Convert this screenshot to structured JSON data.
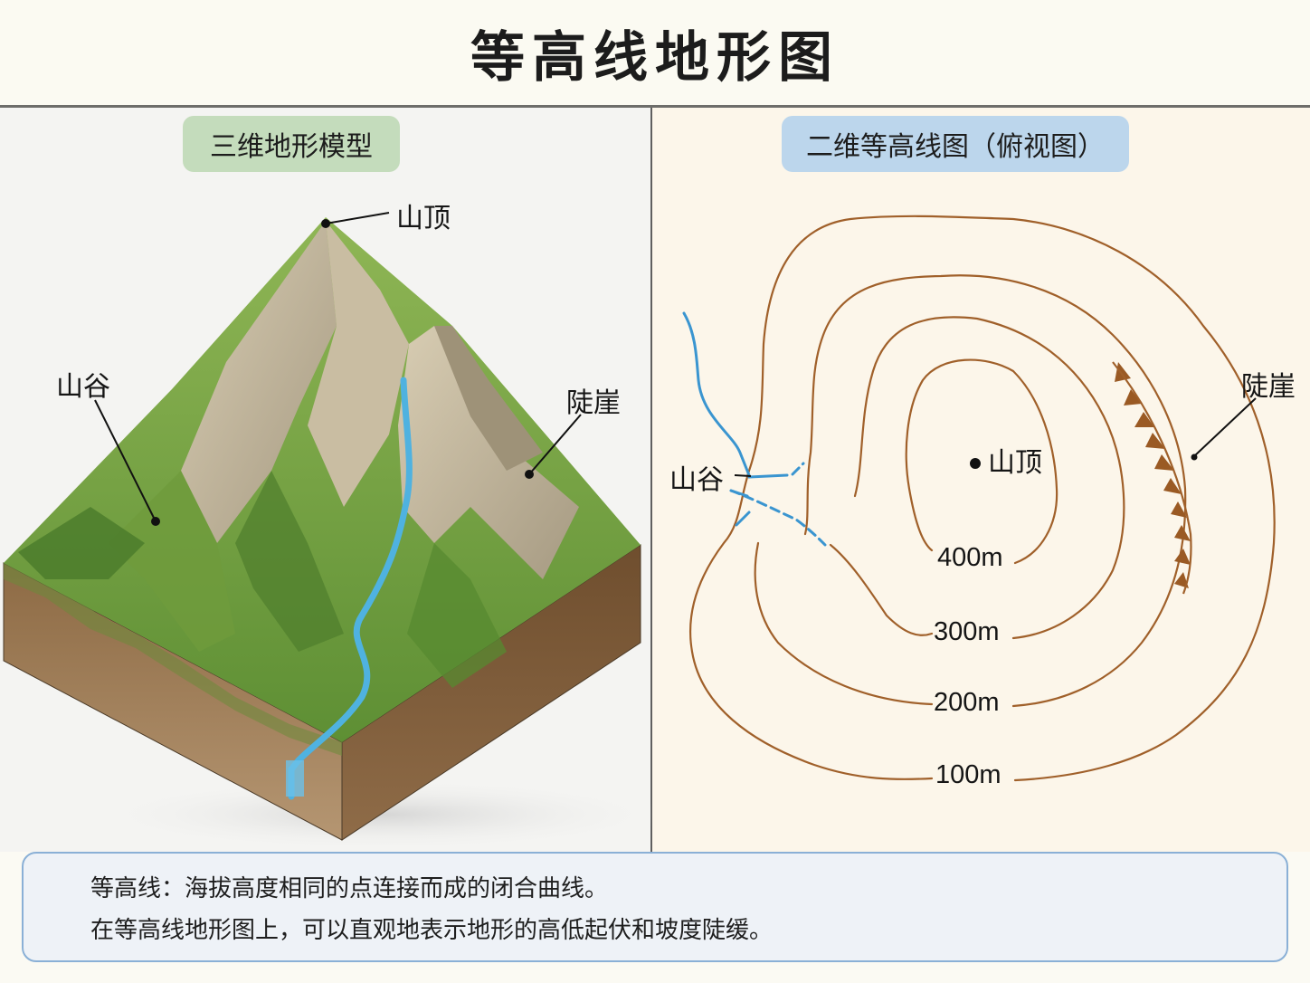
{
  "header": {
    "title": "等高线地形图"
  },
  "left_panel": {
    "badge": "三维地形模型",
    "badge_color": "#c4dcbc",
    "labels": {
      "peak": "山顶",
      "valley": "山谷",
      "cliff": "陡崖"
    }
  },
  "right_panel": {
    "badge": "二维等高线图（俯视图）",
    "badge_color": "#bcd6ec",
    "labels": {
      "peak": "山顶",
      "valley": "山谷",
      "cliff": "陡崖"
    },
    "contours": [
      {
        "elevation": "400m"
      },
      {
        "elevation": "300m"
      },
      {
        "elevation": "200m"
      },
      {
        "elevation": "100m"
      }
    ],
    "contour_color": "#a0602a",
    "river_color": "#3a95d0"
  },
  "info": {
    "line1": "等高线：海拔高度相同的点连接而成的闭合曲线。",
    "line2": "在等高线地形图上，可以直观地表示地形的高低起伏和坡度陡缓。"
  }
}
